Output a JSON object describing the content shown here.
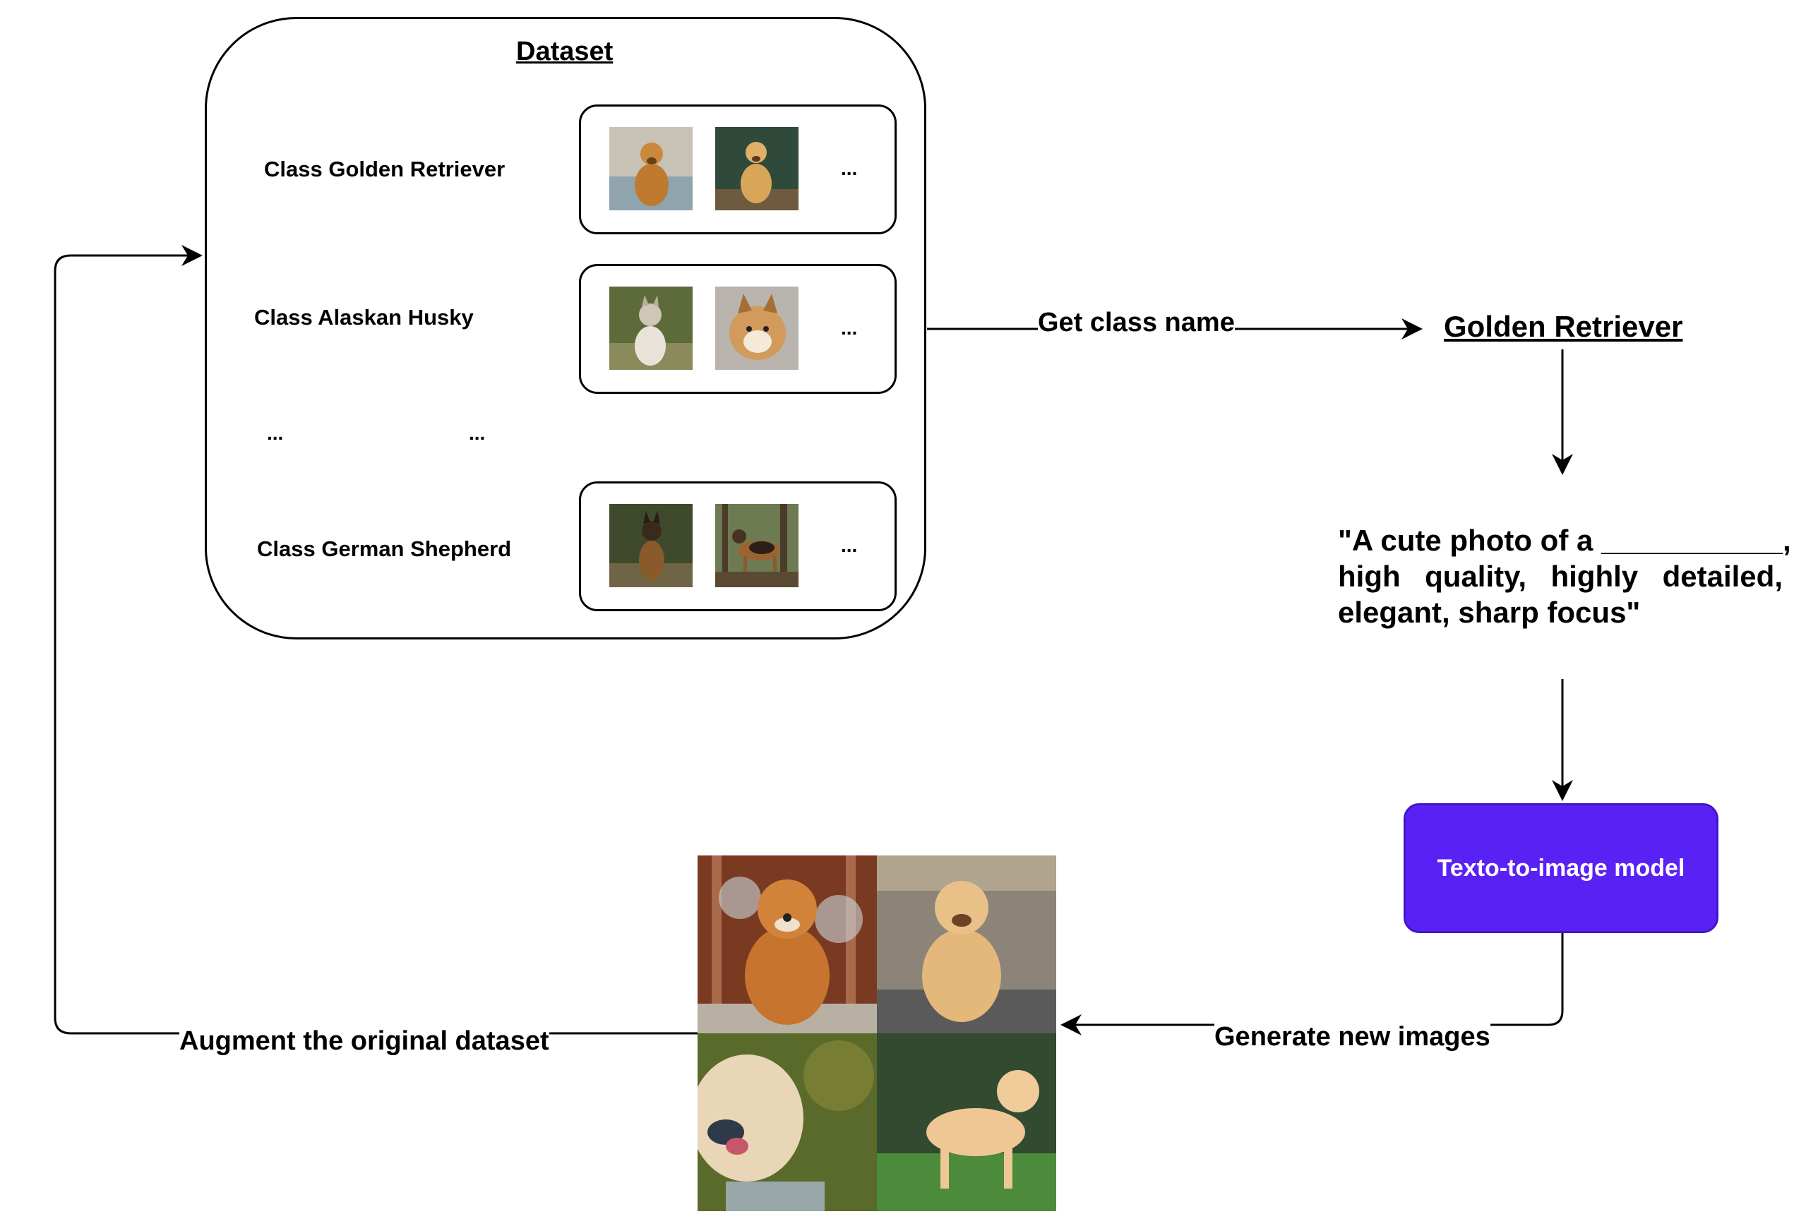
{
  "colors": {
    "model_fill": "#5a21f5",
    "model_border": "#3f17c9",
    "model_text": "#ffffff",
    "lines": "#000000"
  },
  "dataset": {
    "title": "Dataset",
    "classes": [
      {
        "label": "Class Golden Retriever",
        "thumbs": [
          "golden-retriever-photo",
          "golden-retriever-photo"
        ],
        "more": "..."
      },
      {
        "label": "Class Alaskan Husky",
        "thumbs": [
          "husky-photo",
          "husky-photo"
        ],
        "more": "..."
      },
      {
        "label": "Class German Shepherd",
        "thumbs": [
          "german-shepherd-photo",
          "german-shepherd-photo"
        ],
        "more": "..."
      }
    ],
    "ellipsis_left": "...",
    "ellipsis_right": "..."
  },
  "edges": {
    "get_class_name": "Get class name",
    "generate_new_images": "Generate new images",
    "augment": "Augment the original dataset"
  },
  "class_name": "Golden Retriever",
  "prompt": {
    "line1": "\"A cute photo of a ___________,",
    "line2": "high quality, highly detailed,",
    "line3": "elegant, sharp focus\""
  },
  "model": {
    "label": "Texto-to-image model"
  },
  "generated_images": [
    "generated-golden-retriever-1",
    "generated-golden-retriever-2",
    "generated-golden-retriever-3",
    "generated-golden-retriever-4"
  ]
}
